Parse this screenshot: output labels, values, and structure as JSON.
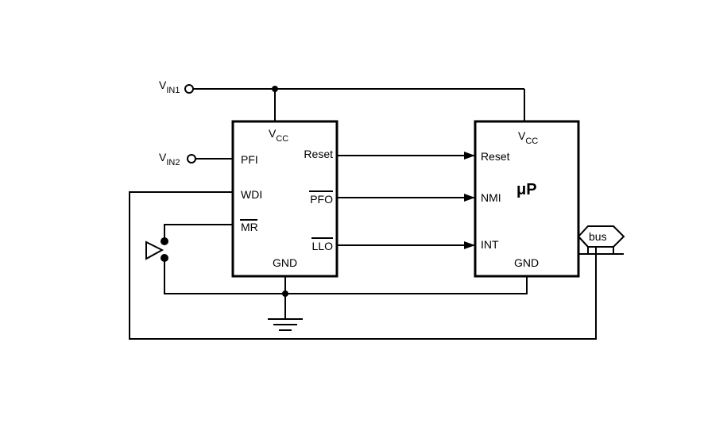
{
  "inputs": {
    "vin1": {
      "main": "V",
      "sub": "IN1"
    },
    "vin2": {
      "main": "V",
      "sub": "IN2"
    }
  },
  "supervisor": {
    "vcc": {
      "main": "V",
      "sub": "CC"
    },
    "pins": {
      "pfi": "PFI",
      "wdi": "WDI",
      "mr": "MR",
      "gnd": "GND",
      "reset": "Reset",
      "pfo": "PFO",
      "llo": "LLO"
    }
  },
  "microprocessor": {
    "title_mu": "μ",
    "title_p": "P",
    "vcc": {
      "main": "V",
      "sub": "CC"
    },
    "pins": {
      "reset": "Reset",
      "nmi": "NMI",
      "int": "INT",
      "gnd": "GND"
    },
    "bus": "bus"
  },
  "colors": {
    "line": "#000000",
    "background": "#ffffff"
  }
}
